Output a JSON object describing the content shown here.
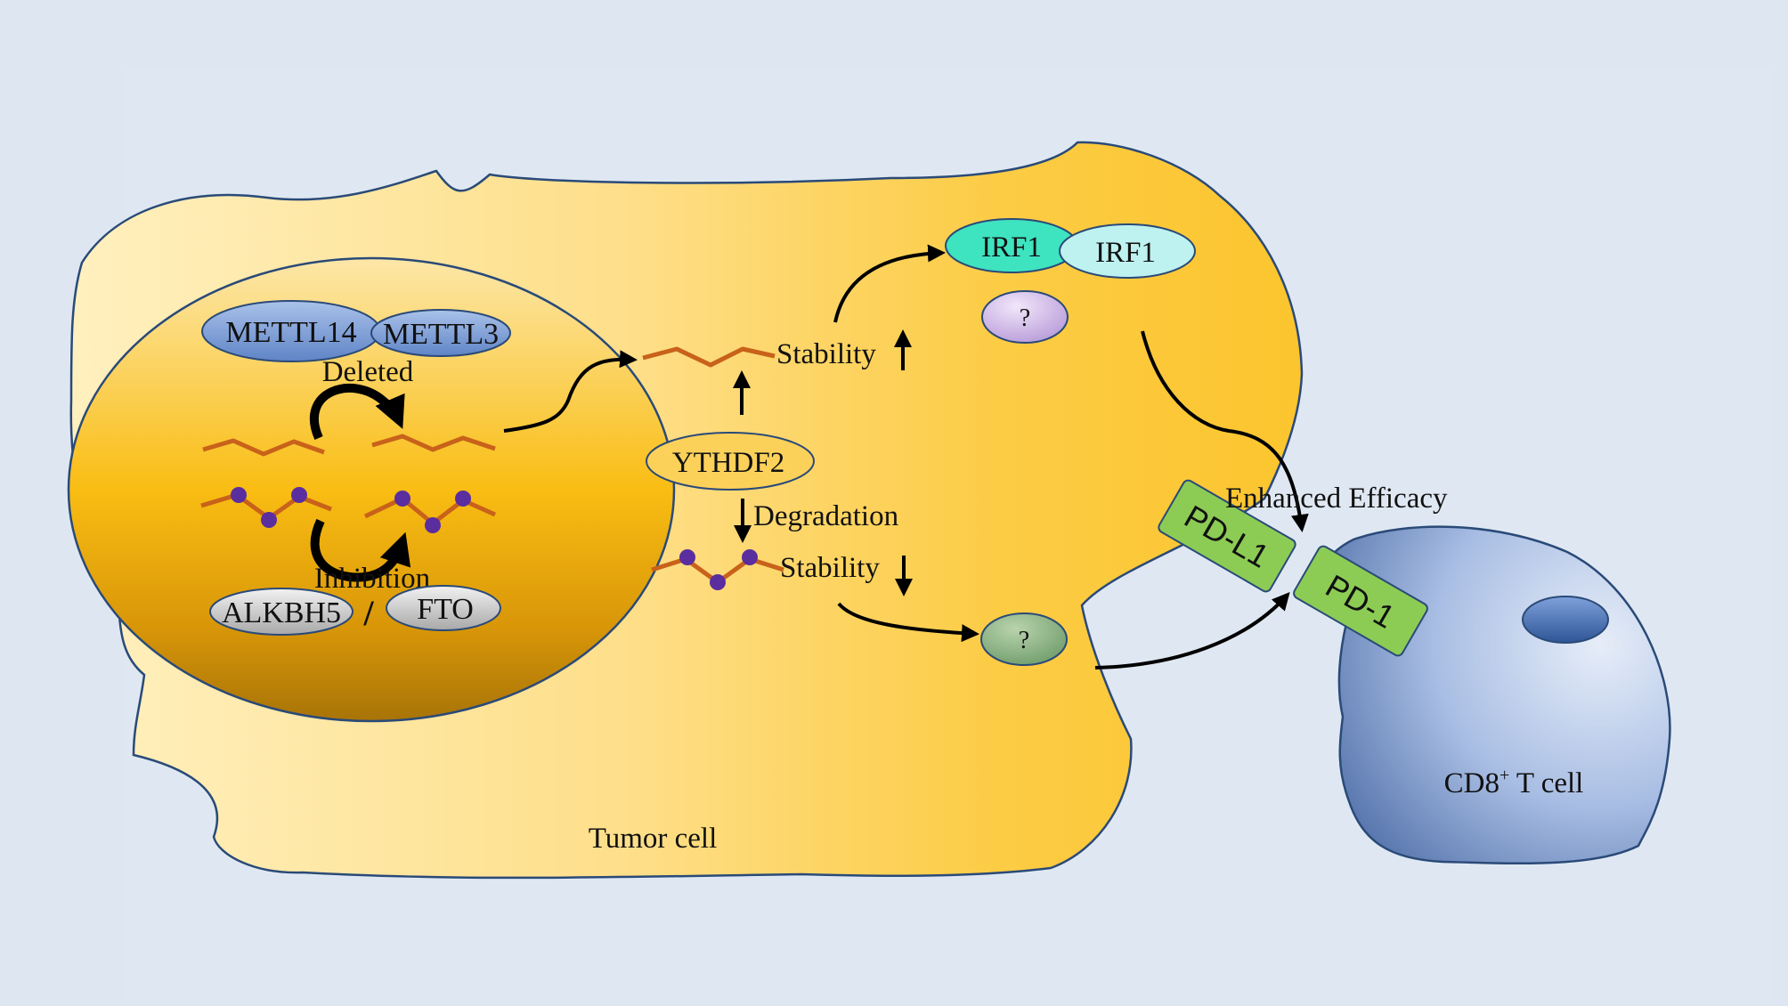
{
  "labels": {
    "tumor_cell": "Tumor cell",
    "t_cell_main": "CD8",
    "t_cell_sup": "+",
    "t_cell_rest": " T cell",
    "deleted": "Deleted",
    "inhibition": "Inhibition",
    "slash": "/",
    "stability": "Stability",
    "degradation": "Degradation",
    "enhanced_efficacy": "Enhanced Efficacy",
    "unknown": "?"
  },
  "proteins": {
    "mettl14": "METTL14",
    "mettl3": "METTL3",
    "alkbh5": "ALKBH5",
    "fto": "FTO",
    "ythdf2": "YTHDF2",
    "irf1_a": "IRF1",
    "irf1_b": "IRF1",
    "pdl1": "PD-L1",
    "pd1": "PD-1"
  },
  "colors": {
    "background": "#dee7f1",
    "tumor_cell": "#fcc838",
    "nucleus": "#f5b40e",
    "membrane": "#2a4a78",
    "mrna": "#c8621a",
    "m6a_dot": "#5a2e9e",
    "pd_box": "#8ccc55",
    "irf1_a": "#3ee3c0",
    "irf1_b": "#bdf2f0",
    "t_cell": "#8ea8d8"
  }
}
